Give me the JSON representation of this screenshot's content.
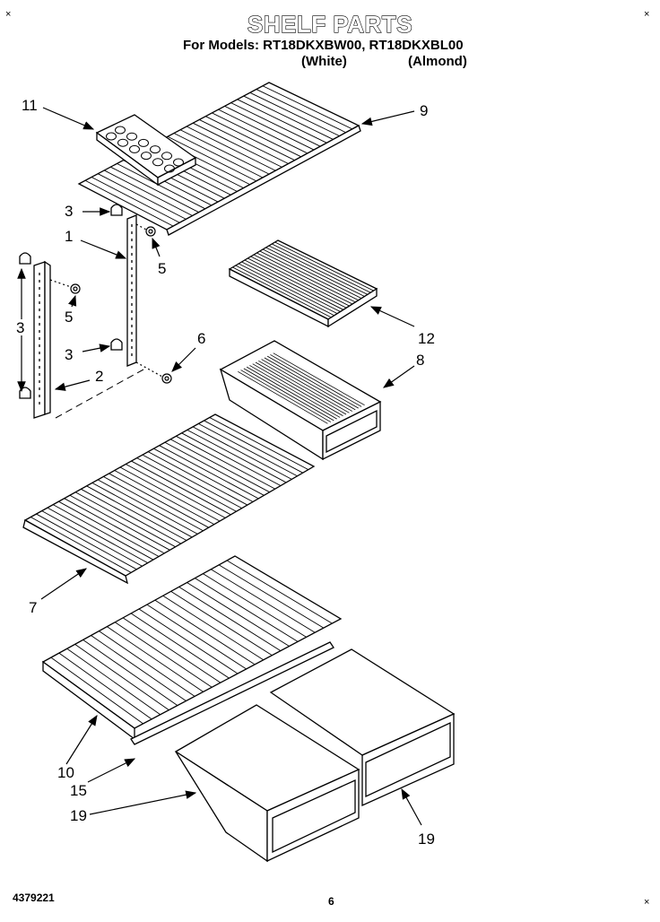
{
  "header": {
    "title": "SHELF PARTS",
    "models_line": "For Models: RT18DKXBW00, RT18DKXBL00",
    "variant_white": "(White)",
    "variant_almond": "(Almond)"
  },
  "corner_mark": "×",
  "callouts": {
    "c11": "11",
    "c9": "9",
    "c3a": "3",
    "c1": "1",
    "c5a": "5",
    "c3b": "3",
    "c5b": "5",
    "c3c": "3",
    "c6": "6",
    "c2": "2",
    "c12": "12",
    "c8": "8",
    "c7": "7",
    "c10": "10",
    "c15": "15",
    "c19a": "19",
    "c19b": "19"
  },
  "footer": {
    "doc_number": "4379221",
    "page_number": "6"
  }
}
